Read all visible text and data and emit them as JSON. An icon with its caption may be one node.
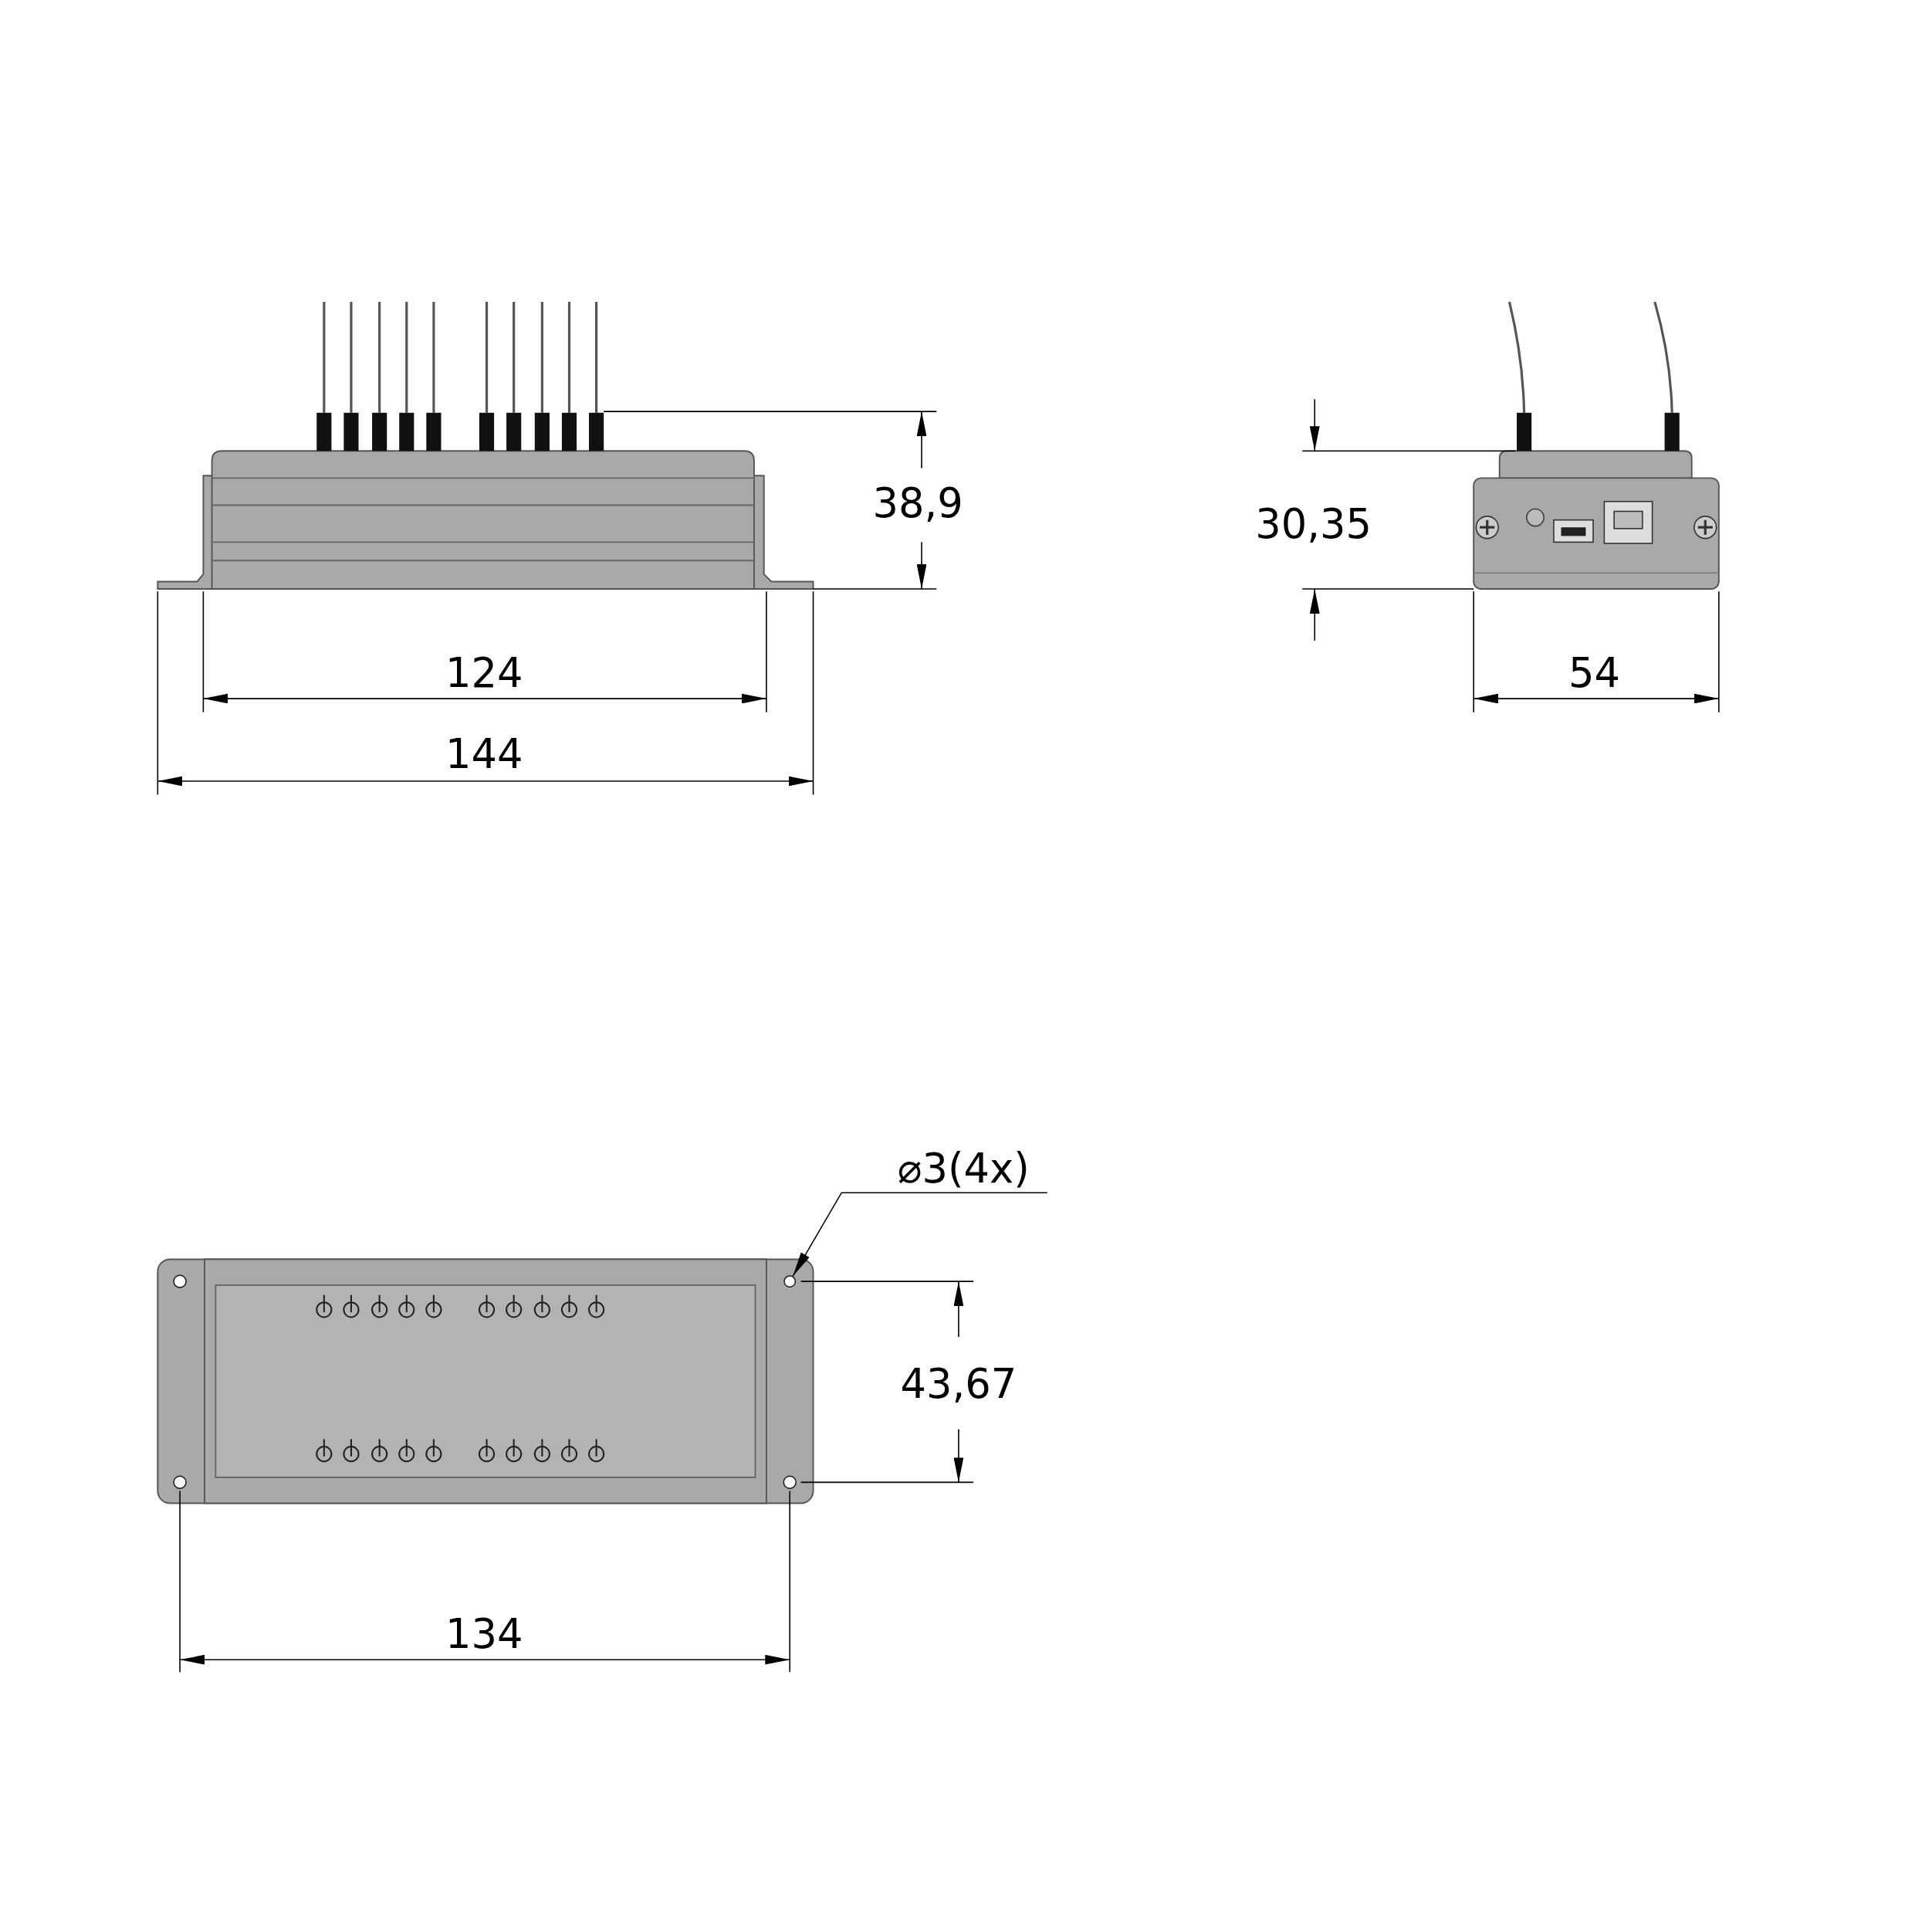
{
  "diagram": {
    "nodes": [
      {
        "text": [
          "⌀3(4x)"
        ]
      },
      {
        "text": [],
        "shape": "circle"
      }
    ],
    "edges": [
      {
        "from": 0,
        "to": 1,
        "arrow": "to"
      }
    ],
    "labels": [
      "38,9",
      "124",
      "144",
      "30,35",
      "54",
      "43,67",
      "134"
    ]
  }
}
